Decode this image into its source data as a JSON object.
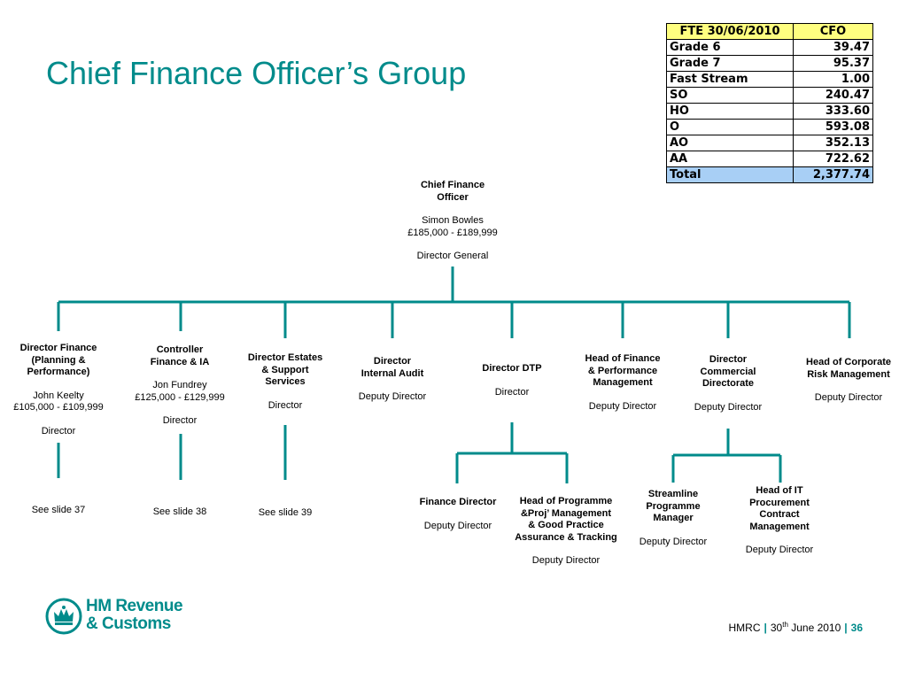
{
  "title": "Chief Finance Officer’s Group",
  "fte_table": {
    "header": [
      "FTE 30/06/2010",
      "CFO"
    ],
    "rows": [
      [
        "Grade 6",
        "39.47"
      ],
      [
        "Grade 7",
        "95.37"
      ],
      [
        "Fast Stream",
        "1.00"
      ],
      [
        "SO",
        "240.47"
      ],
      [
        "HO",
        "333.60"
      ],
      [
        "O",
        "593.08"
      ],
      [
        "AO",
        "352.13"
      ],
      [
        "AA",
        "722.62"
      ]
    ],
    "total": [
      "Total",
      "2,377.74"
    ]
  },
  "org": {
    "cfo": {
      "title": "Chief Finance\nOfficer",
      "name": "Simon Bowles",
      "salary": "£185,000 - £189,999",
      "grade": "Director General"
    },
    "dir_fin": {
      "title": "Director Finance\n(Planning &\nPerformance)",
      "name": "John Keelty",
      "salary": "£105,000 - £109,999",
      "grade": "Director",
      "see": "See slide 37"
    },
    "controller": {
      "title": "Controller\nFinance & IA",
      "name": "Jon Fundrey",
      "salary": "£125,000 - £129,999",
      "grade": "Director",
      "see": "See slide 38"
    },
    "estates": {
      "title": "Director Estates\n& Support\nServices",
      "grade": "Director",
      "see": "See slide 39"
    },
    "audit": {
      "title": "Director\nInternal Audit",
      "grade": "Deputy Director"
    },
    "dtp": {
      "title": "Director DTP",
      "grade": "Director"
    },
    "hofp": {
      "title": "Head of Finance\n& Performance\nManagement",
      "grade": "Deputy Director"
    },
    "commercial": {
      "title": "Director\nCommercial\nDirectorate",
      "grade": "Deputy Director"
    },
    "risk": {
      "title": "Head of Corporate\nRisk Management",
      "grade": "Deputy Director"
    },
    "fin_dir": {
      "title": "Finance Director",
      "grade": "Deputy Director"
    },
    "hop": {
      "title": "Head of Programme\n&Proj’ Management\n& Good Practice\nAssurance & Tracking",
      "grade": "Deputy Director"
    },
    "streamline": {
      "title": "Streamline\nProgramme\nManager",
      "grade": "Deputy Director"
    },
    "it_proc": {
      "title": "Head of IT\nProcurement\nContract\nManagement",
      "grade": "Deputy Director"
    }
  },
  "logo": {
    "line1": "HM Revenue",
    "line2": "& Customs"
  },
  "footer": {
    "org": "HMRC",
    "day": "30",
    "day_suffix": "th",
    "date_rest": " June 2010",
    "page": "36"
  },
  "colors": {
    "accent": "#008b8b",
    "table_header": "#ffff80",
    "table_total": "#a8cff5"
  }
}
